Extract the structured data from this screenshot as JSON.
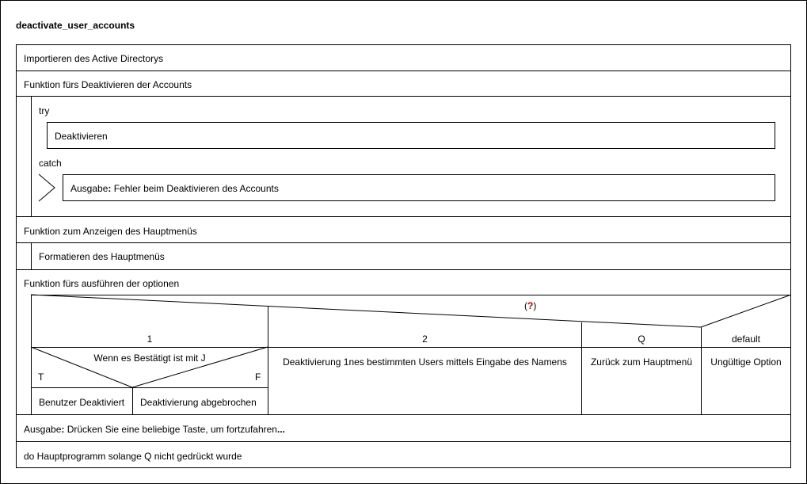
{
  "diagram": {
    "title": "deactivate_user_accounts",
    "import_ad": "Importieren des Active Directorys",
    "fn_deactivate": {
      "label": "Funktion fürs Deaktivieren der Accounts",
      "try_label": "try",
      "try_body": "Deaktivieren",
      "catch_label": "catch",
      "catch_output_keyword": "Ausgabe",
      "catch_output_text": "Fehler beim Deaktivieren des Accounts"
    },
    "fn_menu": {
      "label": "Funktion zum Anzeigen des Hauptmenüs",
      "body": "Formatieren des Hauptmenüs"
    },
    "fn_options": {
      "label": "Funktion fürs ausführen der optionen",
      "switch_open": "(",
      "switch_condition": "?",
      "switch_close": ")",
      "cases": [
        {
          "label": "1"
        },
        {
          "label": "2",
          "body": "Deaktivierung 1nes bestimmten Users mittels Eingabe des Namens"
        },
        {
          "label": "Q",
          "body": "Zurück zum Hauptmenü"
        },
        {
          "label": "default",
          "body": "Ungültige Option"
        }
      ],
      "if_condition": "Wenn es Bestätigt ist mit J",
      "if_true_label": "T",
      "if_false_label": "F",
      "if_true_body": "Benutzer Deaktiviert",
      "if_false_body": "Deaktivierung abgebrochen"
    },
    "final_output_keyword": "Ausgabe",
    "final_output_text": "Drücken Sie eine beliebige Taste, um fortzufahren",
    "final_output_ellipsis": "...",
    "loop_label": "do Hauptprogramm solange Q nicht gedrückt wurde"
  }
}
